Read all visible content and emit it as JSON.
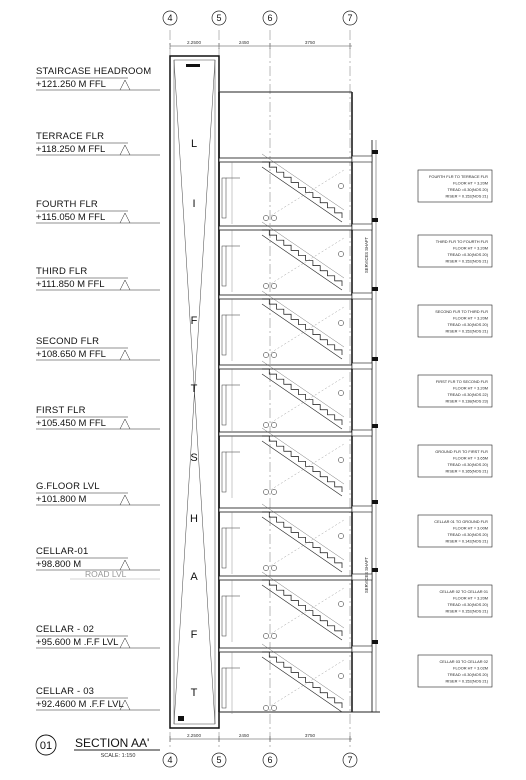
{
  "grid_labels": [
    "4",
    "5",
    "6",
    "7"
  ],
  "top_dimensions": [
    "2.2500",
    "2450",
    "3750"
  ],
  "bottom_dimensions": [
    "2.2500",
    "2450",
    "3750"
  ],
  "levels": [
    {
      "name": "STAIRCASE HEADROOM",
      "elevation": "+121.250 M FFL"
    },
    {
      "name": "TERRACE FLR",
      "elevation": "+118.250 M FFL"
    },
    {
      "name": "FOURTH FLR",
      "elevation": "+115.050 M FFL"
    },
    {
      "name": "THIRD FLR",
      "elevation": "+111.850 M FFL"
    },
    {
      "name": "SECOND FLR",
      "elevation": "+108.650 M FFL"
    },
    {
      "name": "FIRST FLR",
      "elevation": "+105.450 M FFL"
    },
    {
      "name": "G.FLOOR LVL",
      "elevation": "+101.800 M"
    },
    {
      "name": "CELLAR-01",
      "elevation": "+98.800 M"
    },
    {
      "name": "CELLAR - 02",
      "elevation": "+95.600 M .F.F LVL"
    },
    {
      "name": "CELLAR - 03",
      "elevation": "+92.4600 M .F.F LVL"
    }
  ],
  "road_level": "ROAD LVL",
  "shaft_letters": [
    "L",
    "I",
    "F",
    "T",
    "S",
    "H",
    "A",
    "F",
    "T"
  ],
  "services_shaft": "SERVICES SHAFT",
  "stair_notes": [
    {
      "title": "FOURTH FLR TO TERRACE FLR",
      "floor_ht": "FLOOR HT = 3.20M",
      "tread": "TREAD =0.30(NOS 20)",
      "riser": "RISER = 0.152(NOS 21)"
    },
    {
      "title": "THIRD FLR TO FOURTH FLR",
      "floor_ht": "FLOOR HT = 3.20M",
      "tread": "TREAD =0.30(NOS 20)",
      "riser": "RISER = 0.152(NOS 21)"
    },
    {
      "title": "SECOND FLR TO THIRD FLR",
      "floor_ht": "FLOOR HT = 3.20M",
      "tread": "TREAD =0.30(NOS 20)",
      "riser": "RISER = 0.152(NOS 21)"
    },
    {
      "title": "FIRST FLR TO SECOND FLR",
      "floor_ht": "FLOOR HT = 3.20M",
      "tread": "TREAD =0.30(NOS 22)",
      "riser": "RISER = 0.138(NOS 23)"
    },
    {
      "title": "GROUND FLR TO FIRST FLR",
      "floor_ht": "FLOOR HT = 3.65M",
      "tread": "TREAD =0.30(NOS 20)",
      "riser": "RISER = 0.165(NOS 21)"
    },
    {
      "title": "CELLAR 01 TO GROUND FLR",
      "floor_ht": "FLOOR HT = 3.00M",
      "tread": "TREAD =0.30(NOS 20)",
      "riser": "RISER = 0.142(NOS 21)"
    },
    {
      "title": "CELLAR 02 TO CELLAR 01",
      "floor_ht": "FLOOR HT = 3.20M",
      "tread": "TREAD =0.30(NOS 20)",
      "riser": "RISER = 0.152(NOS 21)"
    },
    {
      "title": "CELLAR 03 TO CELLAR 02",
      "floor_ht": "FLOOR HT = 3.02M",
      "tread": "TREAD =0.30(NOS 20)",
      "riser": "RISER = 0.152(NOS 21)"
    }
  ],
  "title_block": {
    "number": "01",
    "title": "SECTION AA'",
    "scale": "SCALE: 1:150"
  }
}
